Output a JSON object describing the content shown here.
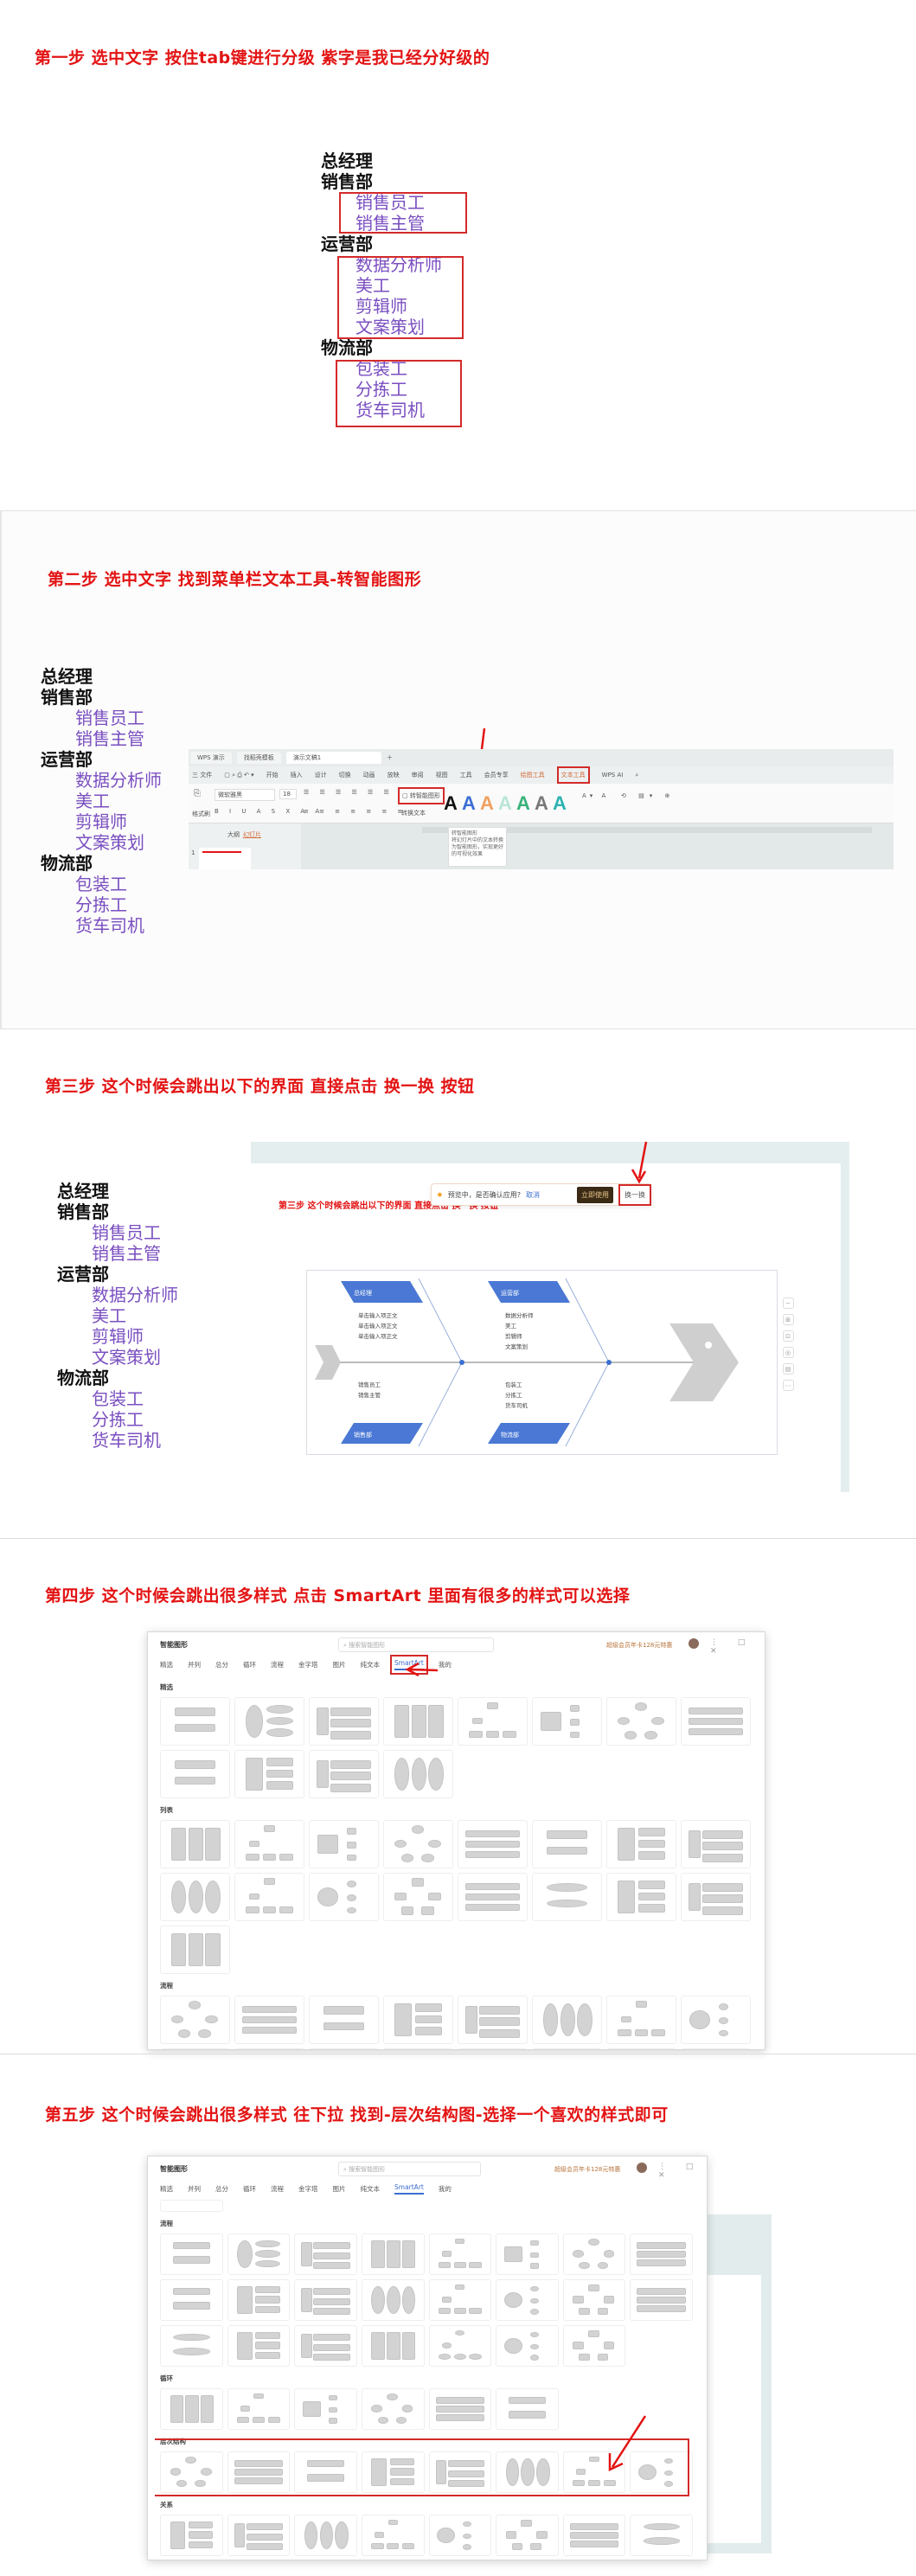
{
  "outline": {
    "l1_ceo": "总经理",
    "l1_sales": "销售部",
    "sales_staff": "销售员工",
    "sales_manager": "销售主管",
    "l1_ops": "运营部",
    "data_analyst": "数据分析师",
    "designer": "美工",
    "editor": "剪辑师",
    "copywriter": "文案策划",
    "l1_logistics": "物流部",
    "packer": "包装工",
    "sorter": "分拣工",
    "driver": "货车司机"
  },
  "step1": {
    "title": "第一步 选中文字 按住tab键进行分级 紫字是我已经分好级的"
  },
  "step2": {
    "title": "第二步 选中文字 找到菜单栏文本工具-转智能图形",
    "tabs": [
      "WPS 演示",
      "找稻壳模板",
      "演示文稿1"
    ],
    "menu": [
      "三 文件",
      "开始",
      "插入",
      "设计",
      "切换",
      "动画",
      "放映",
      "审阅",
      "视图",
      "工具",
      "会员专享",
      "绘图工具",
      "文本工具",
      "WPS AI"
    ],
    "convert_button": "转智能图形",
    "more_text": "转换文本",
    "font_name": "微软雅黑",
    "font_size": "18",
    "format_painter": "格式刷",
    "outline_tabs": [
      "大纲",
      "幻灯片"
    ],
    "tooltip_title": "转智能图形",
    "tooltip_body": "将幻灯片中的文本转换为智能图形，实现更好的可视化效果",
    "slide_number": "1"
  },
  "step3": {
    "title": "第三步 这个时候会跳出以下的界面 直接点击 换一换 按钮",
    "slide_title": "第三步 这个时候会跳出以下的界面 直接点击 换一换 按钮",
    "popup_text": "预览中，是否确认应用?",
    "cancel": "取消",
    "apply": "立即使用",
    "swap": "换一换",
    "fishbone": {
      "tl_label": "总经理",
      "tl_items": [
        "单击输入项正文",
        "单击输入项正文",
        "单击输入项正文"
      ],
      "tr_label": "运营部",
      "tr_items": [
        "数据分析师",
        "美工",
        "剪辑师",
        "文案策划"
      ],
      "bl_label": "销售部",
      "bl_items": [
        "销售员工",
        "销售主管"
      ],
      "br_label": "物流部",
      "br_items": [
        "包装工",
        "分拣工",
        "货车司机"
      ]
    }
  },
  "dialog": {
    "title": "智能图形",
    "search_placeholder": "搜索智能图形",
    "promo": "超级会员年卡128元特惠",
    "nav": [
      "精选",
      "并列",
      "总分",
      "循环",
      "流程",
      "金字塔",
      "图片",
      "纯文本",
      "SmartArt",
      "我的"
    ]
  },
  "step4": {
    "title": "第四步 这个时候会跳出很多样式  点击 SmartArt 里面有很多的样式可以选择",
    "sections": [
      {
        "label": "精选",
        "tiles": 12
      },
      {
        "label": "列表",
        "tiles": 17
      },
      {
        "label": "流程",
        "tiles": 16
      }
    ]
  },
  "step5": {
    "title": "第五步 这个时候会跳出很多样式  往下拉 找到-层次结构图-选择一个喜欢的样式即可",
    "sections": [
      {
        "label": "流程",
        "tiles": 23
      },
      {
        "label": "循环",
        "tiles": 6
      },
      {
        "label": "层次结构",
        "tiles": 8
      },
      {
        "label": "关系",
        "tiles": 16
      }
    ]
  },
  "colors": {
    "accent_red": "#e31313",
    "purple": "#7a4fc0",
    "blue": "#3b6fd0"
  }
}
